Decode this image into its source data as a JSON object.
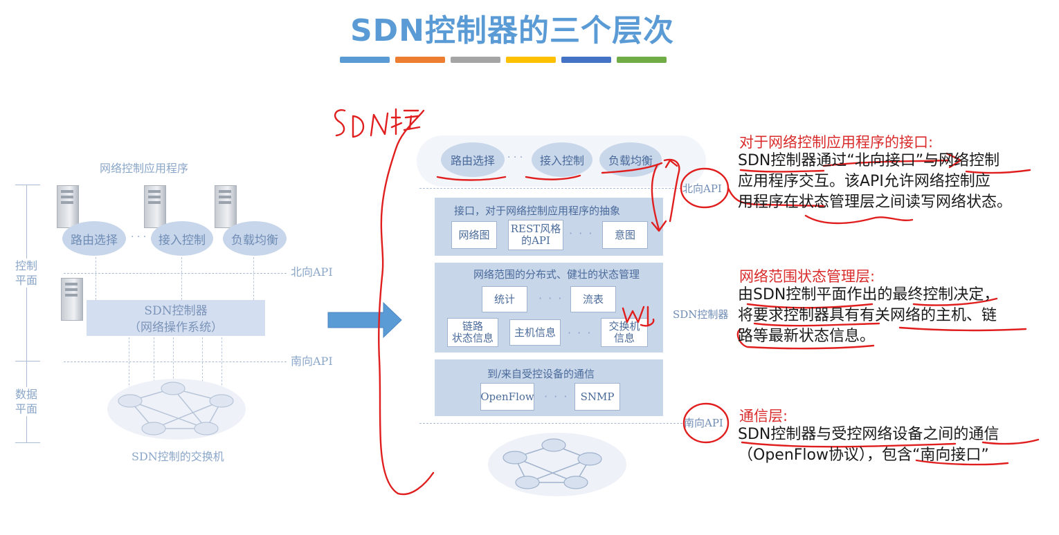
{
  "title": "SDN控制器的三个层次",
  "title_bar_colors": [
    "#5b9bd5",
    "#ed7d31",
    "#a5a5a5",
    "#ffc000",
    "#4472c4",
    "#70ad47"
  ],
  "left_figure": {
    "apps_label": "网络控制应用程序",
    "apps": [
      "路由选择",
      "接入控制",
      "负载均衡"
    ],
    "ellipsis": "· · ·",
    "control_plane": "控制\n平面",
    "data_plane": "数据\n平面",
    "northbound": "北向API",
    "southbound": "南向API",
    "controller_line1": "SDN控制器",
    "controller_line2": "（网络操作系统）",
    "switches_label": "SDN控制的交换机"
  },
  "right_figure": {
    "apps": [
      "路由选择",
      "接入控制",
      "负载均衡"
    ],
    "ellipsis": "· · ·",
    "northbound": "北向API",
    "southbound": "南向API",
    "controller_label": "SDN控制器",
    "interface_layer": {
      "title": "接口，对于网络控制应用程序的抽象",
      "cells": [
        "网络图",
        "REST风格\n的API",
        "意图"
      ]
    },
    "state_layer": {
      "title": "网络范围的分布式、健壮的状态管理",
      "cells_top": [
        "统计",
        "流表"
      ],
      "cells_bottom": [
        "链路\n状态信息",
        "主机信息",
        "交换机\n信息"
      ]
    },
    "comm_layer": {
      "title": "到/来自受控设备的通信",
      "cells": [
        "OpenFlow",
        "SNMP"
      ]
    }
  },
  "annotations": {
    "handwriting_top": "SDN控",
    "handwriting_mid": "WJ"
  },
  "descriptions": [
    {
      "heading": "对于网络控制应用程序的接口:",
      "lines": [
        "SDN控制器通过“北向接口”与网络控制",
        "应用程序交互。该API允许网络控制应",
        "用程序在状态管理层之间读写网络状态。"
      ]
    },
    {
      "heading": "网络范围状态管理层:",
      "lines": [
        "由SDN控制平面作出的最终控制决定，",
        "将要求控制器具有有关网络的主机、链",
        "路等最新状态信息。"
      ]
    },
    {
      "heading": "通信层:",
      "lines": [
        "SDN控制器与受控网络设备之间的通信",
        "（OpenFlow协议），包含“南向接口”"
      ]
    }
  ]
}
